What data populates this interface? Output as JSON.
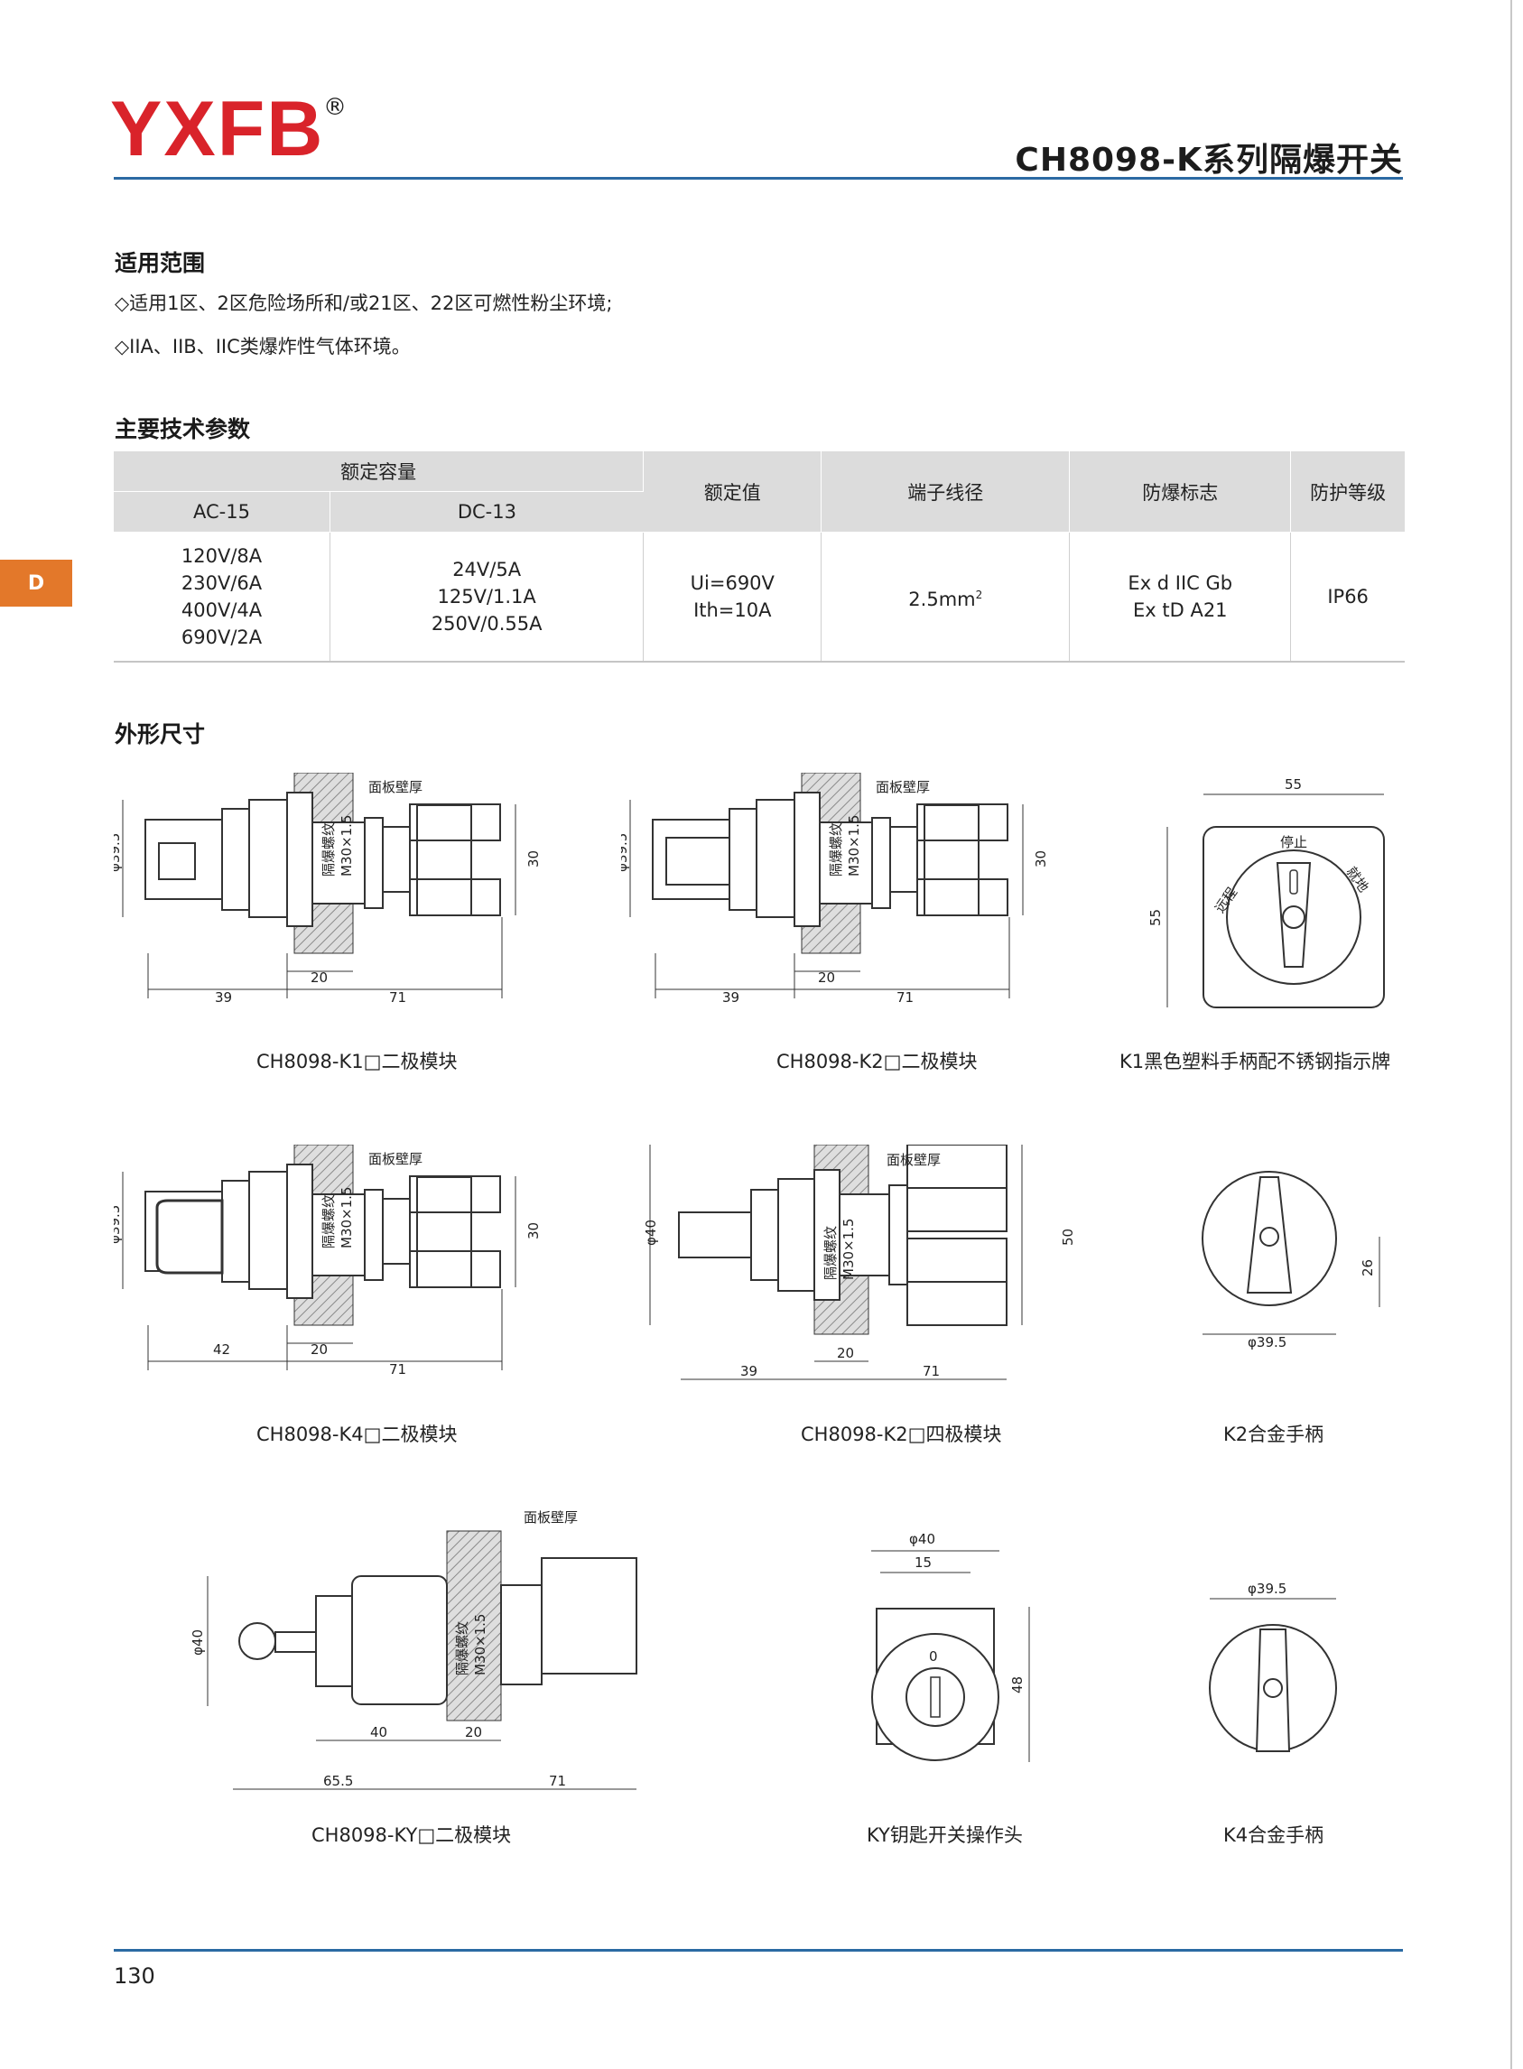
{
  "header": {
    "logo_text": "YXFB",
    "logo_mark": "®",
    "title": "CH8098-K系列隔爆开关",
    "side_tab": "D"
  },
  "scope": {
    "heading": "适用范围",
    "items": [
      "◇适用1区、2区危险场所和/或21区、22区可燃性粉尘环境;",
      "◇IIA、IIB、IIC类爆炸性气体环境。"
    ]
  },
  "params": {
    "heading": "主要技术参数",
    "head_group": "额定容量",
    "head_ac": "AC-15",
    "head_dc": "DC-13",
    "head_rated": "额定值",
    "head_wire": "端子线径",
    "head_exmark": "防爆标志",
    "head_ip": "防护等级",
    "ac_values": [
      "120V/8A",
      "230V/6A",
      "400V/4A",
      "690V/2A"
    ],
    "dc_values": [
      "24V/5A",
      "125V/1.1A",
      "250V/0.55A"
    ],
    "rated_values": [
      "Ui=690V",
      "Ith=10A"
    ],
    "wire_value": "2.5mm",
    "wire_sup": "2",
    "exmark_values": [
      "Ex d IIC Gb",
      "Ex tD A21"
    ],
    "ip_value": "IP66"
  },
  "dims": {
    "heading": "外形尺寸",
    "panel_label": "面板壁厚",
    "thread_label": "隔爆螺纹",
    "thread_size": "M30×1.5",
    "d395": "φ39.5",
    "d40": "φ40",
    "n20": "20",
    "n30": "30",
    "n39": "39",
    "n40": "40",
    "n42": "42",
    "n48": "48",
    "n50": "50",
    "n55": "55",
    "n71": "71",
    "n15": "15",
    "n26": "26",
    "n655": "65.5",
    "plate_stop": "停止",
    "plate_remote": "远程",
    "plate_local": "就地",
    "key_zero": "0",
    "captions": {
      "k1": "CH8098-K1□二极模块",
      "k2": "CH8098-K2□二极模块",
      "k1plate": "K1黑色塑料手柄配不锈钢指示牌",
      "k4": "CH8098-K4□二极模块",
      "k2four": "CH8098-K2□四极模块",
      "k2handle": "K2合金手柄",
      "ky": "CH8098-KY□二极模块",
      "kyhead": "KY钥匙开关操作头",
      "k4handle": "K4合金手柄"
    }
  },
  "footer": {
    "page_number": "130"
  }
}
